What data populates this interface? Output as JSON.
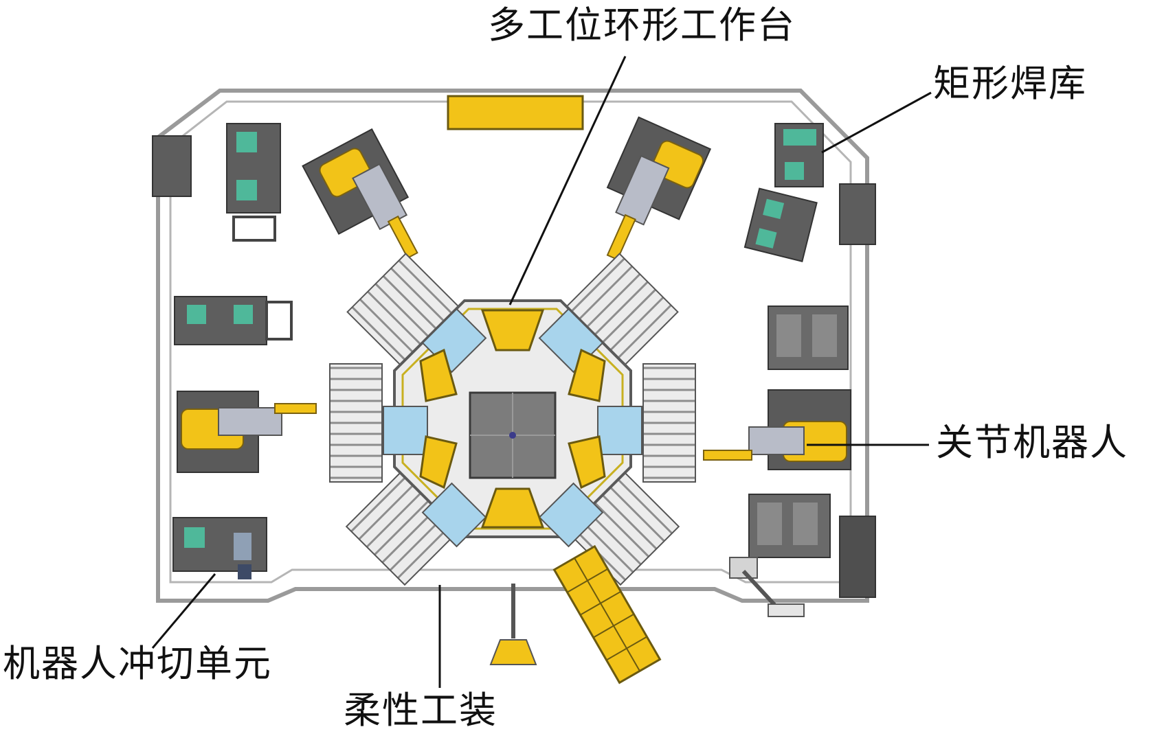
{
  "labels": {
    "worktable": "多工位环形工作台",
    "welding_library": "矩形焊库",
    "joint_robot": "关节机器人",
    "punch_unit": "机器人冲切单元",
    "flexible_tooling": "柔性工装"
  },
  "colors": {
    "frame": "#8a8a8a",
    "dark_unit": "#5a5a5a",
    "robot_yellow": "#f2c318",
    "robot_arm_gray": "#b8bcc8",
    "fixture_blue": "#a8d4ec",
    "teal_fixture": "#4fb89a",
    "conveyor": "#dedede"
  }
}
